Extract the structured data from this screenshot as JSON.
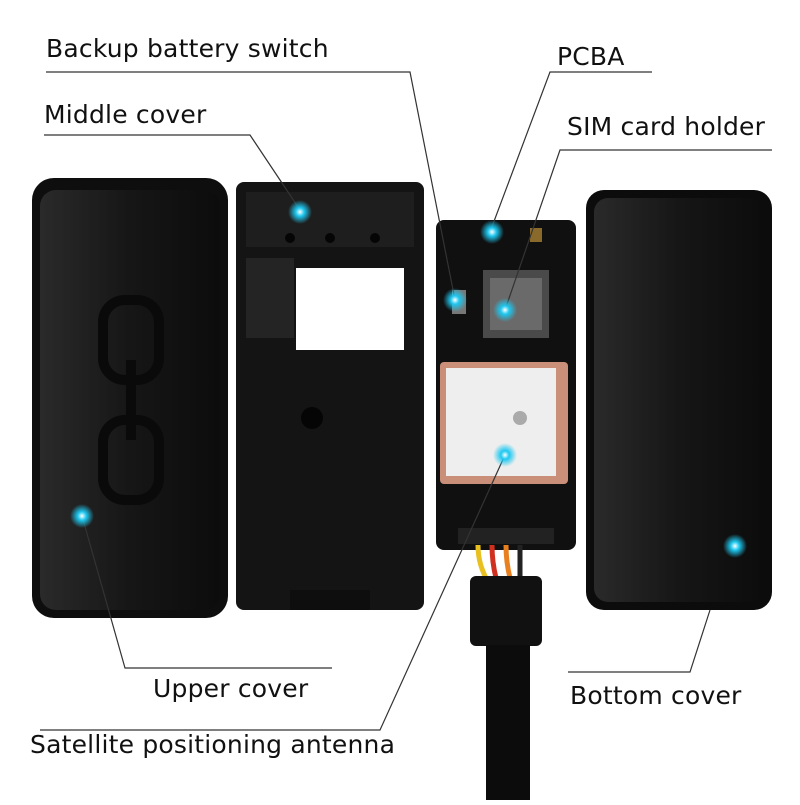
{
  "labels": {
    "backup_battery_switch": "Backup battery switch",
    "middle_cover": "Middle cover",
    "pcba": "PCBA",
    "sim_card_holder": "SIM card holder",
    "upper_cover": "Upper cover",
    "bottom_cover": "Bottom cover",
    "satellite_antenna": "Satellite positioning antenna"
  },
  "colors": {
    "marker": "#1ec8f0",
    "housing": "#1b1b1b",
    "pcb": "#101010",
    "antenna_ring": "#c98f78",
    "antenna_face": "#eeeeee",
    "leader_line": "#333333"
  },
  "icons": {
    "logo": "chain-link-icon"
  }
}
